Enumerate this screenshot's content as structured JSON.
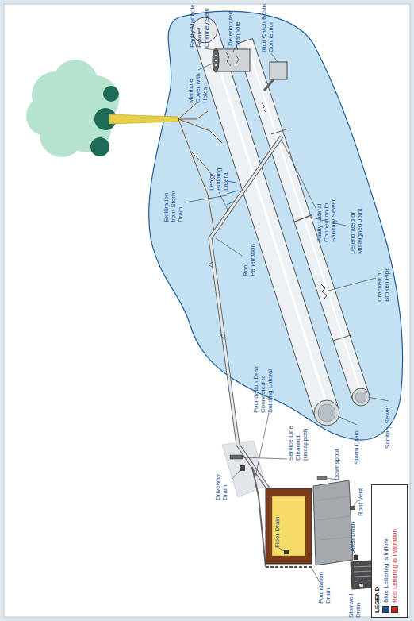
{
  "diagram": {
    "labels": [
      "Faulty Manhole Frame/ Chimney Seal",
      "Deteriorated Manhole",
      "Illicit Catch Basin Connection",
      "Manhole Cover with Holes",
      "Exfiltration from Storm Drain",
      "Leaky Building Lateral",
      "Root Penetration",
      "Faulty Lateral Connection to Sanitary Sewer",
      "Deteriorated or Misaligned Joint",
      "Cracked or Broken Pipe",
      "Storm Drain",
      "Sanitary Sewer",
      "Foundation Drain Connected to Building Lateral",
      "Service Line Cleanout (uncapped)",
      "Downspout",
      "Roof Vent",
      "Area Drain",
      "Foundation Drain",
      "Floor Drain",
      "Driveway Drain",
      "Stairwell Drain",
      "LEGEND"
    ],
    "legend": [
      {
        "text": "Blue Lettering is Inflow",
        "color": "#1f4e8c"
      },
      {
        "text": "Red Lettering is Infiltration",
        "color": "#c0272d"
      }
    ]
  }
}
